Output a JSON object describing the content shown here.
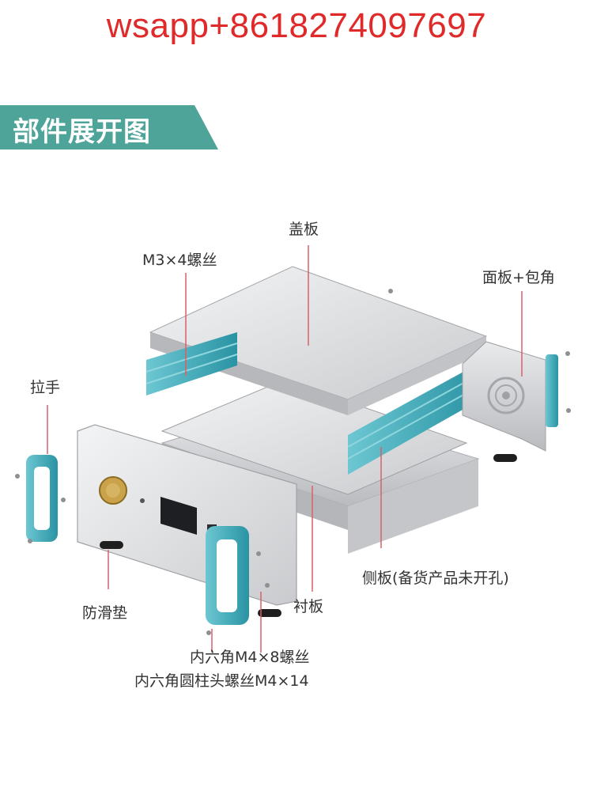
{
  "header": {
    "contact": "wsapp+8618274097697"
  },
  "banner": {
    "title": "部件展开图",
    "color": "#4fa49a"
  },
  "labels": {
    "cover": "盖板",
    "m3_screw": "M3×4螺丝",
    "front_panel_corner": "面板+包角",
    "handle": "拉手",
    "side_panel": "侧板(备货产品未开孔)",
    "anti_slip_pad": "防滑垫",
    "liner_plate": "衬板",
    "hex_m4x8": "内六角M4×8螺丝",
    "hex_m4x14": "内六角圆柱头螺丝M4×14"
  },
  "colors": {
    "accent": "#e02a2a",
    "leader": "#d9606a",
    "aluminum": "#d7d9dc",
    "teal": "#2eaab8"
  }
}
